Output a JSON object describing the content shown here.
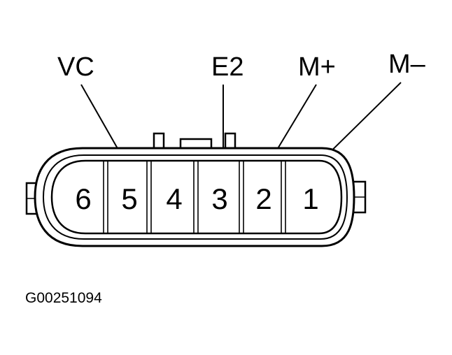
{
  "callouts": {
    "vc": "VC",
    "e2": "E2",
    "m_plus": "M+",
    "m_minus": "M–"
  },
  "pins": [
    "6",
    "5",
    "4",
    "3",
    "2",
    "1"
  ],
  "figure_id": "G00251094",
  "colors": {
    "line": "#000000",
    "background": "#ffffff"
  }
}
